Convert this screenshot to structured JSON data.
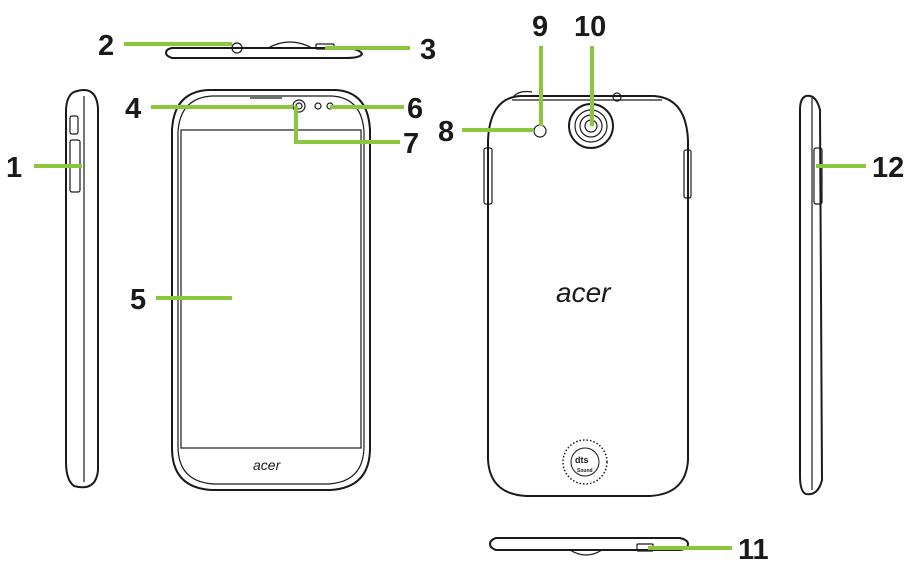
{
  "callouts": [
    {
      "id": "1",
      "label": "1"
    },
    {
      "id": "2",
      "label": "2"
    },
    {
      "id": "3",
      "label": "3"
    },
    {
      "id": "4",
      "label": "4"
    },
    {
      "id": "5",
      "label": "5"
    },
    {
      "id": "6",
      "label": "6"
    },
    {
      "id": "7",
      "label": "7"
    },
    {
      "id": "8",
      "label": "8"
    },
    {
      "id": "9",
      "label": "9"
    },
    {
      "id": "10",
      "label": "10"
    },
    {
      "id": "11",
      "label": "11"
    },
    {
      "id": "12",
      "label": "12"
    }
  ],
  "branding": {
    "front_logo": "acer",
    "back_logo": "acer",
    "sound_badge_main": "dts",
    "sound_badge_sub": "Sound"
  },
  "colors": {
    "leader_line": "#8cc63f",
    "outline": "#1a1a1a",
    "background": "#ffffff"
  }
}
